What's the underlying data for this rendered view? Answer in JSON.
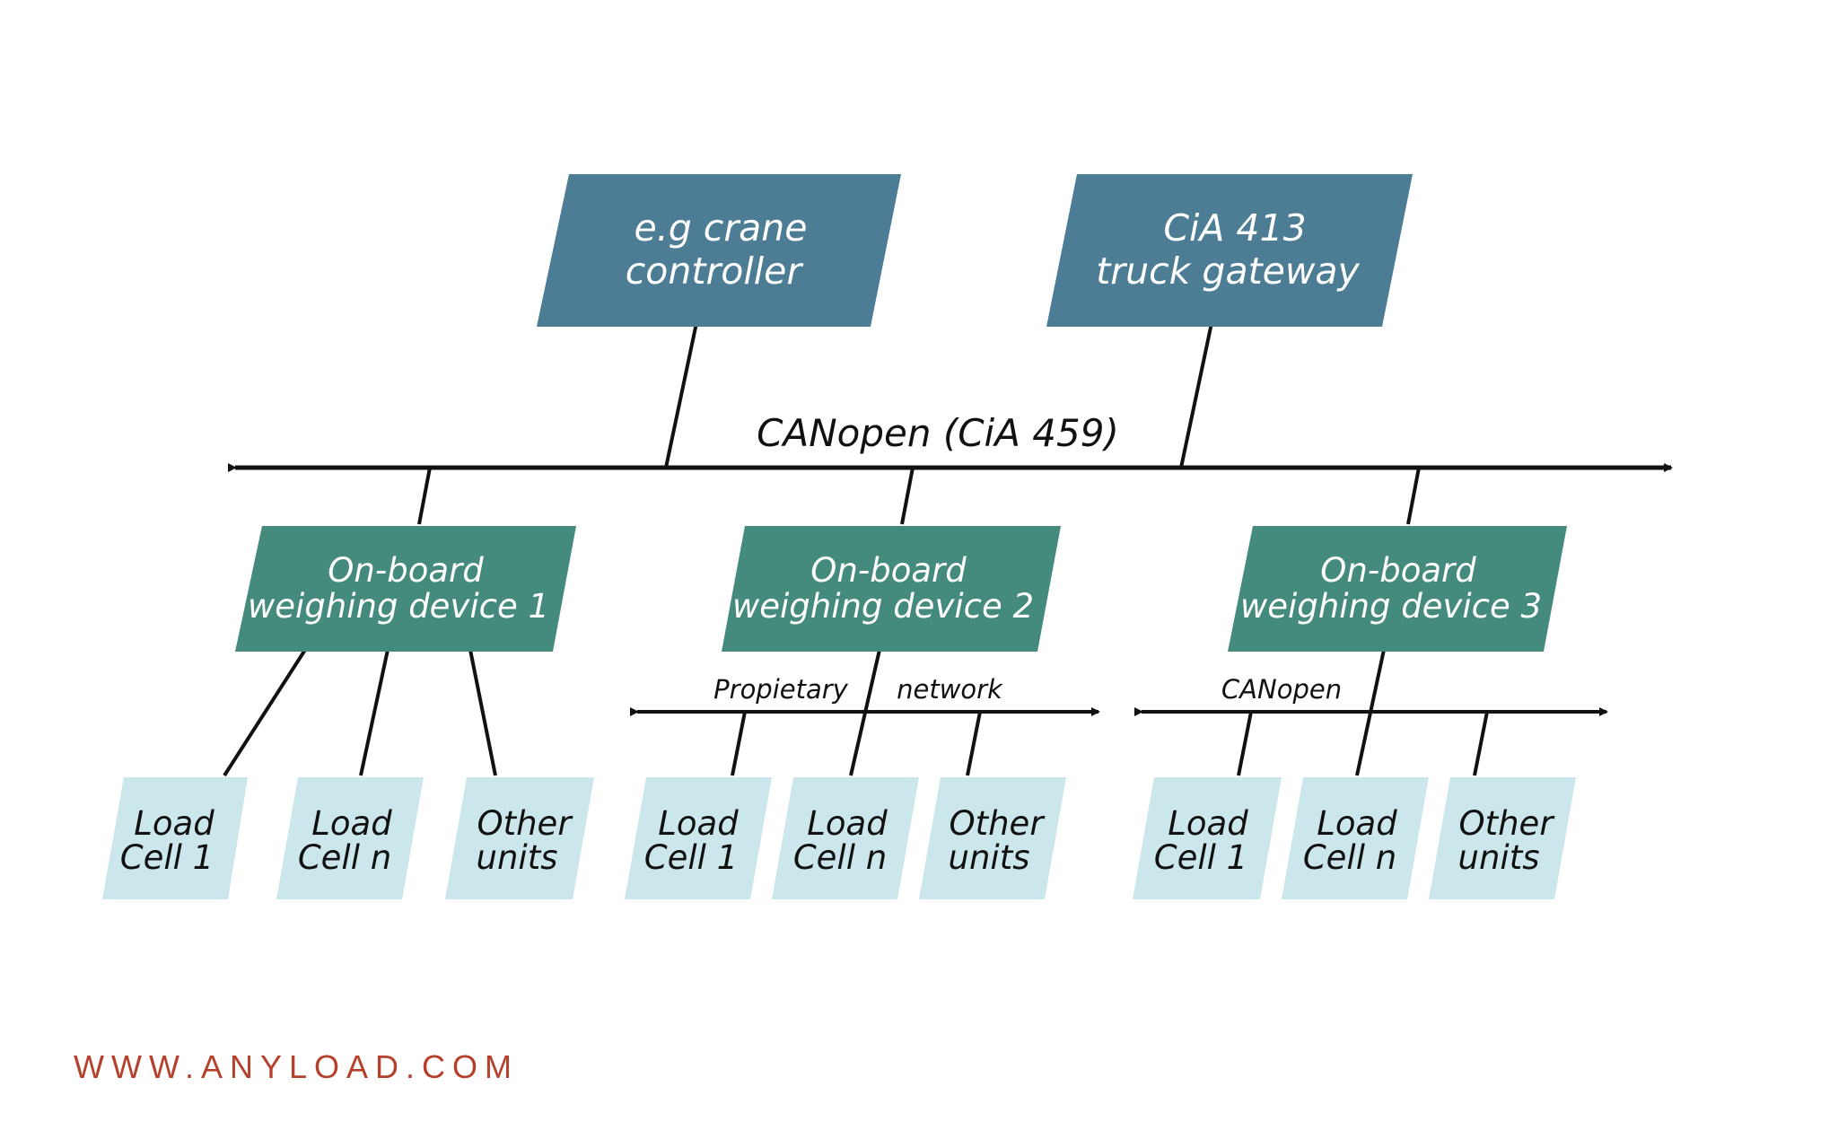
{
  "colors": {
    "top_box": "#4c7d95",
    "device_box": "#448b7e",
    "leaf_box": "#cbe7ec",
    "line": "#111111",
    "site_text": "#b5412c"
  },
  "top_boxes": [
    {
      "line1": "e.g crane",
      "line2": "controller"
    },
    {
      "line1": "CiA 413",
      "line2": "truck gateway"
    }
  ],
  "main_bus": {
    "label": "CANopen (CiA 459)"
  },
  "devices": [
    {
      "line1": "On-board",
      "line2": "weighing device 1"
    },
    {
      "line1": "On-board",
      "line2": "weighing device 2"
    },
    {
      "line1": "On-board",
      "line2": "weighing device 3"
    }
  ],
  "sub_buses": [
    {
      "label_left": "Propietary",
      "label_right": "network"
    },
    {
      "label": "CANopen"
    }
  ],
  "leaves": [
    {
      "line1": "Load",
      "line2": "Cell 1"
    },
    {
      "line1": "Load",
      "line2": "Cell n"
    },
    {
      "line1": "Other",
      "line2": "units"
    },
    {
      "line1": "Load",
      "line2": "Cell 1"
    },
    {
      "line1": "Load",
      "line2": "Cell n"
    },
    {
      "line1": "Other",
      "line2": "units"
    },
    {
      "line1": "Load",
      "line2": "Cell 1"
    },
    {
      "line1": "Load",
      "line2": "Cell n"
    },
    {
      "line1": "Other",
      "line2": "units"
    }
  ],
  "footer": {
    "website": "WWW.ANYLOAD.COM"
  }
}
